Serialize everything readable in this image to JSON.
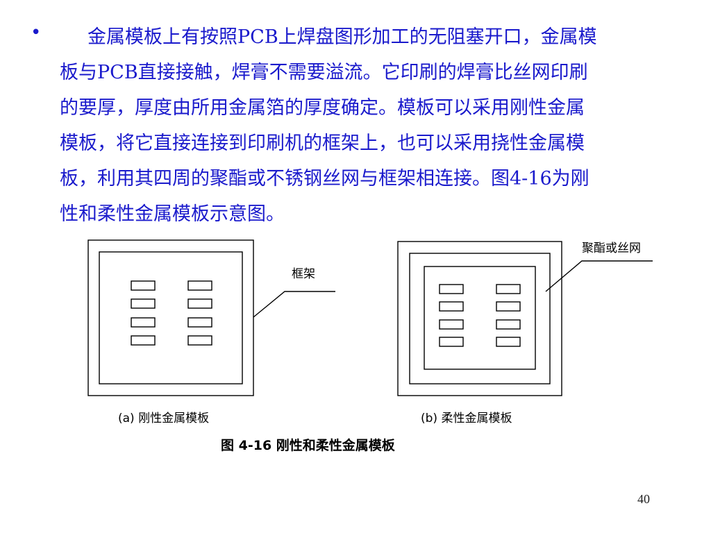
{
  "paragraph": {
    "lines": [
      "金属模板上有按照PCB上焊盘图形加工的无阻塞开口，金属模",
      "板与PCB直接接触，焊膏不需要溢流。它印刷的焊膏比丝网印刷",
      "的要厚，厚度由所用金属箔的厚度确定。模板可以采用刚性金属",
      "模板，将它直接连接到印刷机的框架上，也可以采用挠性金属模",
      "板，利用其四周的聚酯或不锈钢丝网与框架相连接。图4-16为刚",
      "性和柔性金属模板示意图。"
    ]
  },
  "bullet": "•",
  "figure": {
    "label_frame": "框架",
    "label_mesh": "聚酯或丝网",
    "caption_a": "(a) 刚性金属模板",
    "caption_b": "(b) 柔性金属模板",
    "caption_main": "图 4-16  刚性和柔性金属模板"
  },
  "page_number": "40",
  "colors": {
    "text": "#1a1acc",
    "diagram": "#000000"
  }
}
